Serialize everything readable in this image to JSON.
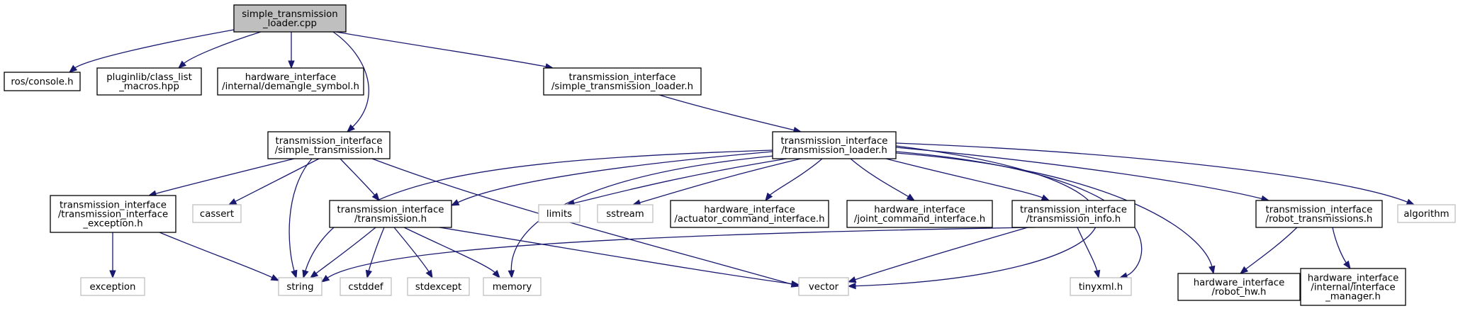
{
  "colors": {
    "edge": "#191970",
    "node_border": "#000000",
    "system_border": "#bfbfbf",
    "root_fill": "#bfbfbf",
    "background": "#ffffff"
  },
  "nodes": [
    {
      "id": "root",
      "kind": "root",
      "lines": [
        "simple_transmission",
        "_loader.cpp"
      ]
    },
    {
      "id": "ros_console",
      "kind": "normal",
      "lines": [
        "ros/console.h"
      ]
    },
    {
      "id": "pluginlib",
      "kind": "normal",
      "lines": [
        "pluginlib/class_list",
        "_macros.hpp"
      ]
    },
    {
      "id": "demangle",
      "kind": "normal",
      "lines": [
        "hardware_interface",
        "/internal/demangle_symbol.h"
      ]
    },
    {
      "id": "ti_stl",
      "kind": "normal",
      "lines": [
        "transmission_interface",
        "/simple_transmission_loader.h"
      ]
    },
    {
      "id": "ti_st",
      "kind": "normal",
      "lines": [
        "transmission_interface",
        "/simple_transmission.h"
      ]
    },
    {
      "id": "ti_tl",
      "kind": "normal",
      "lines": [
        "transmission_interface",
        "/transmission_loader.h"
      ]
    },
    {
      "id": "ti_te",
      "kind": "normal",
      "lines": [
        "transmission_interface",
        "/transmission_interface",
        "_exception.h"
      ]
    },
    {
      "id": "cassert",
      "kind": "system",
      "lines": [
        "cassert"
      ]
    },
    {
      "id": "ti_t",
      "kind": "normal",
      "lines": [
        "transmission_interface",
        "/transmission.h"
      ]
    },
    {
      "id": "limits",
      "kind": "system",
      "lines": [
        "limits"
      ]
    },
    {
      "id": "sstream",
      "kind": "system",
      "lines": [
        "sstream"
      ]
    },
    {
      "id": "aci",
      "kind": "normal",
      "lines": [
        "hardware_interface",
        "/actuator_command_interface.h"
      ]
    },
    {
      "id": "jci",
      "kind": "normal",
      "lines": [
        "hardware_interface",
        "/joint_command_interface.h"
      ]
    },
    {
      "id": "ti_ti",
      "kind": "normal",
      "lines": [
        "transmission_interface",
        "/transmission_info.h"
      ]
    },
    {
      "id": "ti_rt",
      "kind": "normal",
      "lines": [
        "transmission_interface",
        "/robot_transmissions.h"
      ]
    },
    {
      "id": "algorithm",
      "kind": "system",
      "lines": [
        "algorithm"
      ]
    },
    {
      "id": "exception",
      "kind": "system",
      "lines": [
        "exception"
      ]
    },
    {
      "id": "string",
      "kind": "system",
      "lines": [
        "string"
      ]
    },
    {
      "id": "cstddef",
      "kind": "system",
      "lines": [
        "cstddef"
      ]
    },
    {
      "id": "stdexcept",
      "kind": "system",
      "lines": [
        "stdexcept"
      ]
    },
    {
      "id": "memory",
      "kind": "system",
      "lines": [
        "memory"
      ]
    },
    {
      "id": "vector",
      "kind": "system",
      "lines": [
        "vector"
      ]
    },
    {
      "id": "tinyxml",
      "kind": "system",
      "lines": [
        "tinyxml.h"
      ]
    },
    {
      "id": "robot_hw",
      "kind": "normal",
      "lines": [
        "hardware_interface",
        "/robot_hw.h"
      ]
    },
    {
      "id": "im",
      "kind": "normal",
      "lines": [
        "hardware_interface",
        "/internal/interface",
        "_manager.h"
      ]
    }
  ],
  "edges": [
    {
      "from": "root",
      "to": "ros_console"
    },
    {
      "from": "root",
      "to": "pluginlib"
    },
    {
      "from": "root",
      "to": "demangle"
    },
    {
      "from": "root",
      "to": "ti_st"
    },
    {
      "from": "root",
      "to": "ti_stl"
    },
    {
      "from": "ti_stl",
      "to": "ti_tl"
    },
    {
      "from": "ti_st",
      "to": "ti_te"
    },
    {
      "from": "ti_st",
      "to": "cassert"
    },
    {
      "from": "ti_st",
      "to": "string"
    },
    {
      "from": "ti_st",
      "to": "ti_t"
    },
    {
      "from": "ti_st",
      "to": "vector"
    },
    {
      "from": "ti_te",
      "to": "exception"
    },
    {
      "from": "ti_te",
      "to": "string"
    },
    {
      "from": "ti_t",
      "to": "string"
    },
    {
      "from": "ti_t",
      "to": "cstddef"
    },
    {
      "from": "ti_t",
      "to": "stdexcept"
    },
    {
      "from": "ti_t",
      "to": "memory"
    },
    {
      "from": "ti_t",
      "to": "vector"
    },
    {
      "from": "ti_tl",
      "to": "string"
    },
    {
      "from": "ti_tl",
      "to": "ti_t"
    },
    {
      "from": "ti_tl",
      "to": "memory"
    },
    {
      "from": "ti_tl",
      "to": "limits"
    },
    {
      "from": "ti_tl",
      "to": "sstream"
    },
    {
      "from": "ti_tl",
      "to": "aci"
    },
    {
      "from": "ti_tl",
      "to": "jci"
    },
    {
      "from": "ti_tl",
      "to": "ti_ti"
    },
    {
      "from": "ti_tl",
      "to": "vector"
    },
    {
      "from": "ti_tl",
      "to": "tinyxml"
    },
    {
      "from": "ti_tl",
      "to": "robot_hw"
    },
    {
      "from": "ti_tl",
      "to": "ti_rt"
    },
    {
      "from": "ti_tl",
      "to": "algorithm"
    },
    {
      "from": "ti_ti",
      "to": "string"
    },
    {
      "from": "ti_ti",
      "to": "vector"
    },
    {
      "from": "ti_ti",
      "to": "tinyxml"
    },
    {
      "from": "ti_rt",
      "to": "robot_hw"
    },
    {
      "from": "ti_rt",
      "to": "im"
    }
  ]
}
